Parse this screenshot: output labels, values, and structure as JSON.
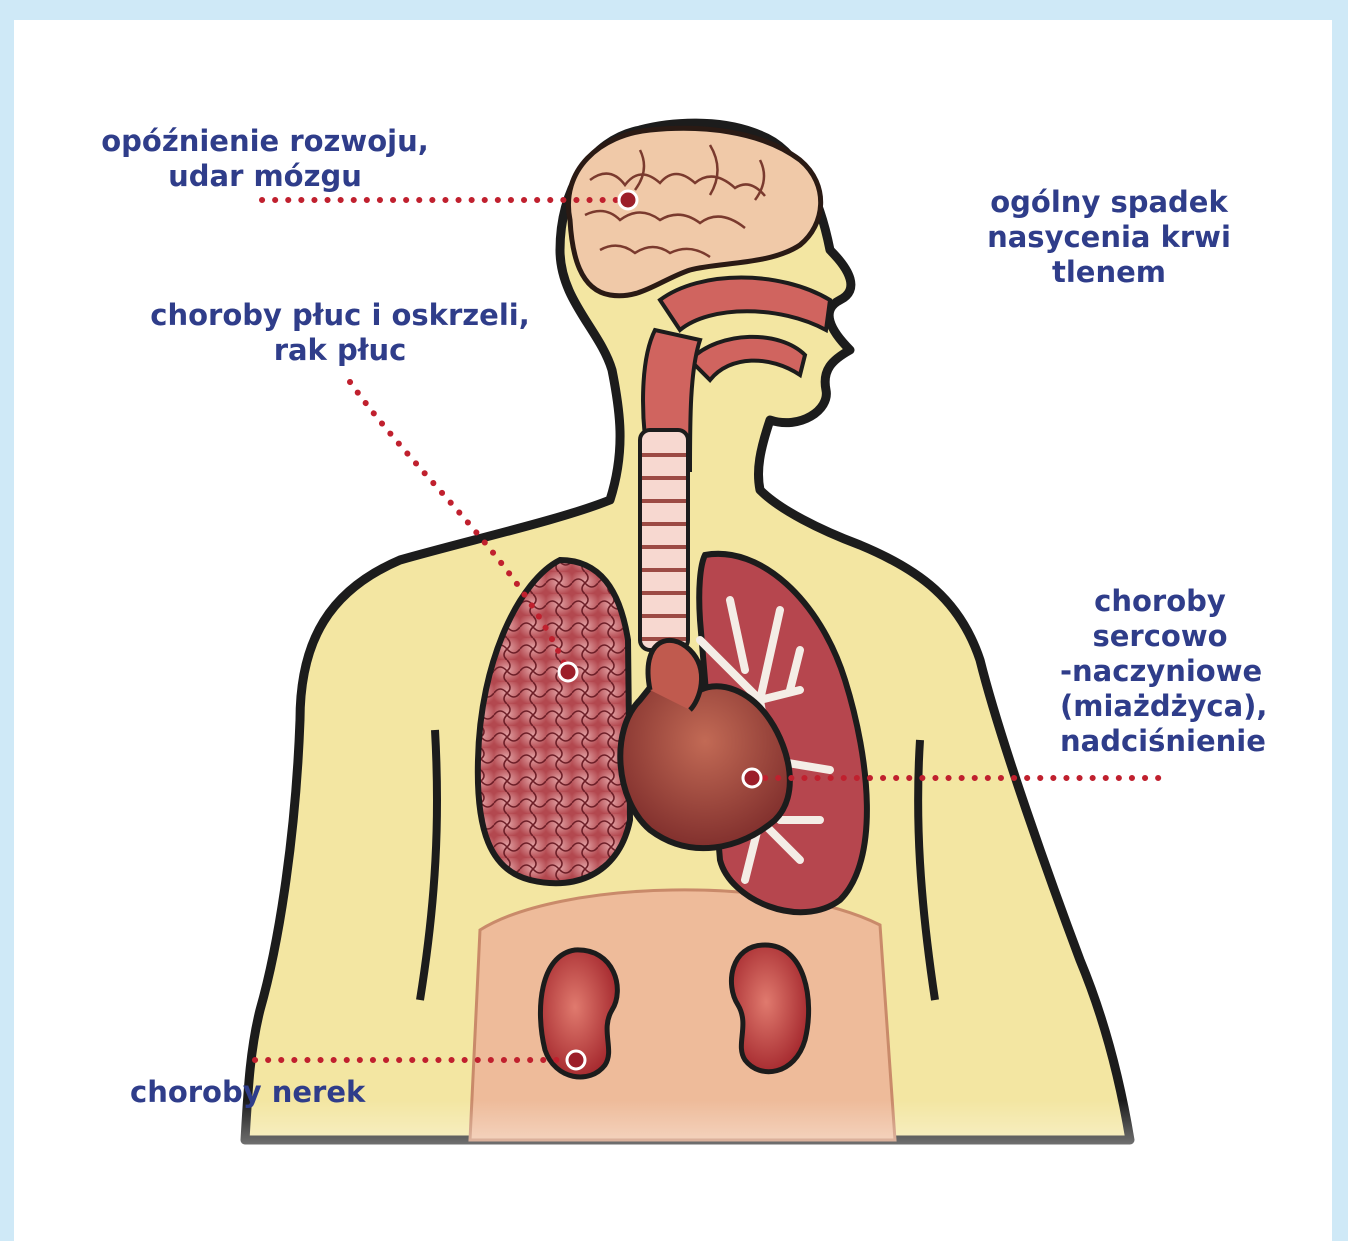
{
  "colors": {
    "label_text": "#2f3d8a",
    "leader_dots": "#c0202e",
    "border": "#cfe9f7",
    "skin": "#f3e6a2",
    "outline": "#1c1c1c",
    "lung": "#b8545c",
    "heart": "#9c3f3a",
    "kidney": "#b83e42",
    "brain": "#f0c9a8",
    "abdomen": "#eebb9a"
  },
  "labels": {
    "brain": [
      "opóźnienie rozwoju,",
      "udar mózgu"
    ],
    "oxygen": [
      "ogólny spadek",
      "nasycenia krwi",
      "tlenem"
    ],
    "lungs": [
      "choroby płuc i oskrzeli,",
      "rak płuc"
    ],
    "heart": [
      "choroby",
      "sercowo",
      "-naczyniowe",
      "(miażdżyca),",
      "nadciśnienie"
    ],
    "kidney": [
      "choroby nerek"
    ]
  },
  "icons": {
    "body": "human-torso-illustration",
    "marker": "organ-marker-dot"
  }
}
